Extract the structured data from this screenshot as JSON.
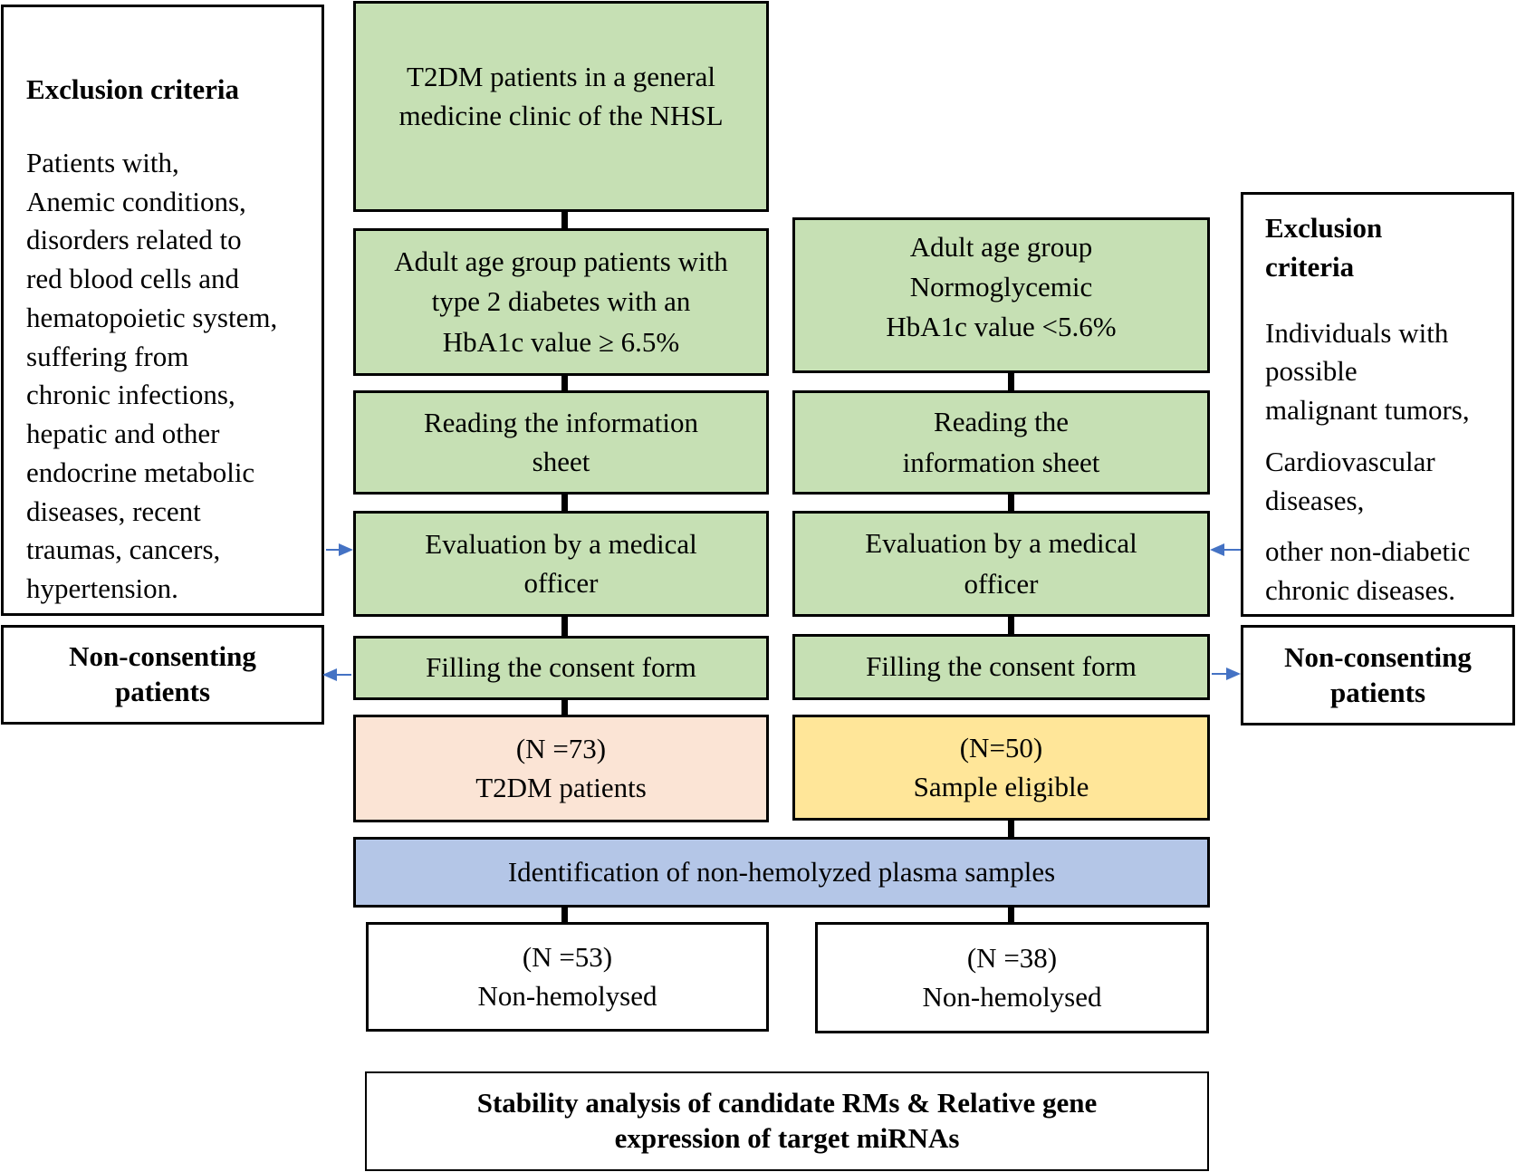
{
  "left_column": {
    "start": {
      "line1": "T2DM patients in a general",
      "line2": "medicine clinic of the NHSL"
    },
    "criteria": {
      "line1": "Adult age group patients with",
      "line2": "type 2 diabetes with an",
      "line3": "HbA1c value ≥ 6.5%"
    },
    "reading": {
      "line1": "Reading the information",
      "line2": "sheet"
    },
    "evaluation": {
      "line1": "Evaluation by a medical",
      "line2": "officer"
    },
    "consent": "Filling the consent form",
    "count": {
      "line1": "(N =73)",
      "line2": "T2DM patients"
    },
    "nonhemolysed": {
      "line1": "(N =53)",
      "line2": "Non-hemolysed"
    }
  },
  "right_column": {
    "criteria": {
      "line1": "Adult age group",
      "line2": "Normoglycemic",
      "line3": "HbA1c value <5.6%"
    },
    "reading": {
      "line1": "Reading the",
      "line2": "information sheet"
    },
    "evaluation": {
      "line1": "Evaluation by a medical",
      "line2": "officer"
    },
    "consent": "Filling the consent form",
    "count": {
      "line1": "(N=50)",
      "line2": "Sample eligible"
    },
    "nonhemolysed": {
      "line1": "(N =38)",
      "line2": "Non-hemolysed"
    }
  },
  "left_exclusion": {
    "title": "Exclusion criteria",
    "lines": [
      "Patients with,",
      "Anemic conditions,",
      "disorders related to",
      "red blood cells and",
      "hematopoietic system,",
      "suffering from",
      "chronic infections,",
      "hepatic and other",
      "endocrine metabolic",
      "diseases, recent",
      "traumas, cancers,",
      "hypertension."
    ]
  },
  "right_exclusion": {
    "title_line1": "Exclusion",
    "title_line2": "criteria",
    "para1": [
      "Individuals with",
      "possible",
      "malignant tumors,"
    ],
    "para2": [
      "Cardiovascular",
      "diseases,"
    ],
    "para3": [
      "other non-diabetic",
      "chronic diseases."
    ]
  },
  "non_consenting_left": {
    "line1": "Non-consenting",
    "line2": "patients"
  },
  "non_consenting_right": {
    "line1": "Non-consenting",
    "line2": "patients"
  },
  "identification": "Identification of non-hemolyzed plasma samples",
  "final": {
    "line1": "Stability analysis of candidate RMs & Relative gene",
    "line2": "expression of target miRNAs"
  },
  "colors": {
    "green": "#c6e0b4",
    "peach": "#fbe4d5",
    "yellow": "#ffe699",
    "blue": "#b4c6e7",
    "arrow": "#4472c4"
  }
}
